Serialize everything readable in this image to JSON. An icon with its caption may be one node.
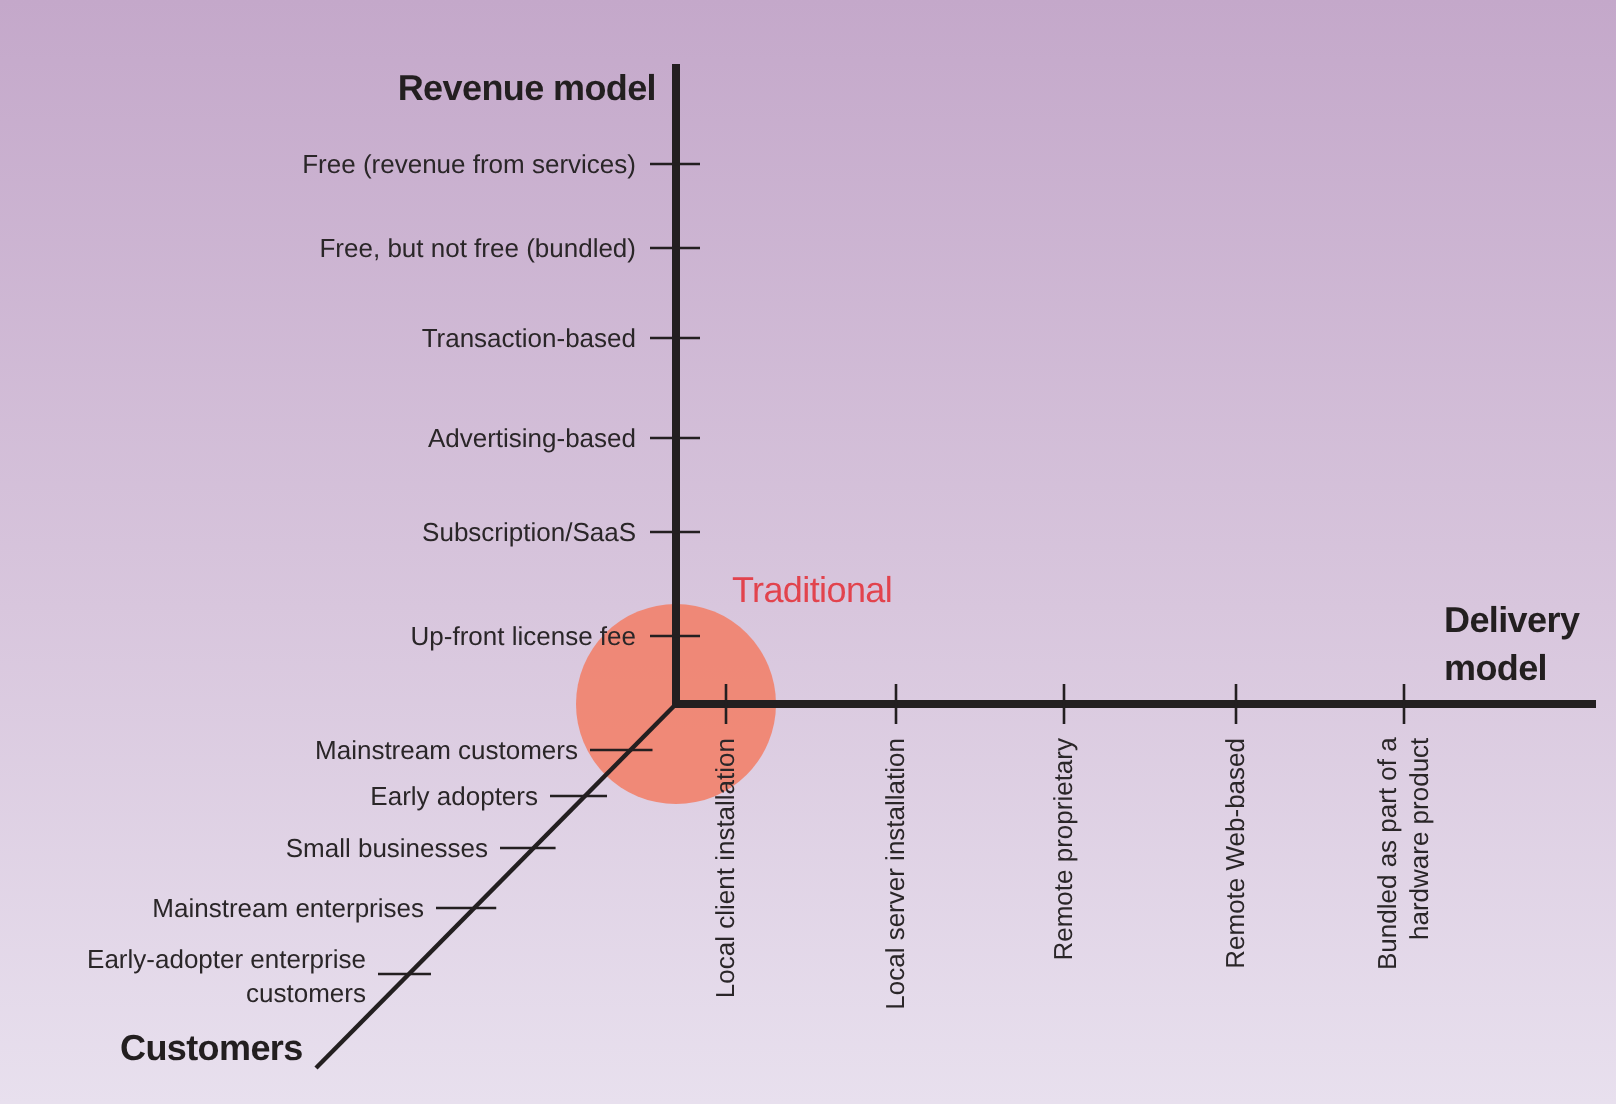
{
  "diagram": {
    "nodes": [
      {
        "text": [],
        "shape": "circle",
        "beside": [
          "Traditional"
        ]
      }
    ],
    "labels": [
      "Revenue model",
      "Free (revenue from services)",
      "Free, but not free (bundled)",
      "Transaction-based",
      "Advertising-based",
      "Subscription/SaaS",
      "Up-front license fee",
      "Delivery model",
      "Mainstream customers",
      "Early adopters",
      "Small businesses",
      "Mainstream enterprises",
      "Early-adopter enterprise customers",
      "Customers",
      "Local client installation",
      "Local server installation",
      "Remote proprietary",
      "Remote Web-based",
      "Bundled as part of a hardware product"
    ]
  }
}
